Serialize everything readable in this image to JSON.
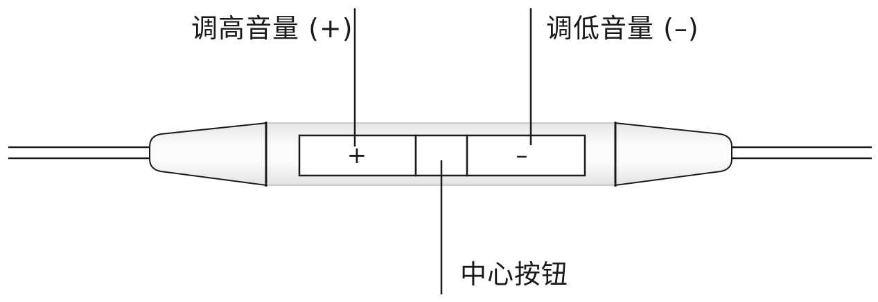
{
  "labels": {
    "volume_up": "调高音量 (+)",
    "volume_down": "调低音量 (–)",
    "center_button": "中心按钮"
  },
  "buttons": {
    "plus_symbol": "+",
    "minus_symbol": "–"
  },
  "colors": {
    "stroke": "#1a1a1a",
    "body_fill": "#f2f2f2",
    "background": "#ffffff"
  }
}
